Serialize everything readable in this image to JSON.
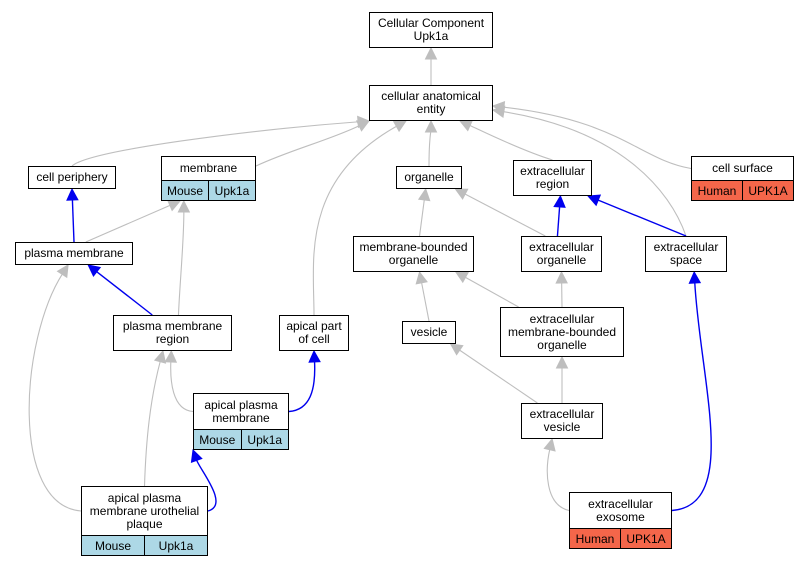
{
  "colors": {
    "mouse": "#add8e6",
    "human": "#f4664a",
    "is_a_edge": "#bebebe",
    "part_of_edge": "#0000ee"
  },
  "nodes": [
    {
      "id": "root",
      "lines": [
        "Cellular Component",
        "Upk1a"
      ]
    },
    {
      "id": "cae",
      "lines": [
        "cellular anatomical",
        "entity"
      ]
    },
    {
      "id": "cellperiph",
      "lines": [
        "cell periphery"
      ]
    },
    {
      "id": "membrane",
      "lines": [
        "membrane"
      ],
      "badges": [
        {
          "species": "Mouse",
          "gene": "Upk1a"
        }
      ]
    },
    {
      "id": "organelle",
      "lines": [
        "organelle"
      ]
    },
    {
      "id": "exreg",
      "lines": [
        "extracellular",
        "region"
      ]
    },
    {
      "id": "cellsurf",
      "lines": [
        "cell surface"
      ],
      "badges": [
        {
          "species": "Human",
          "gene": "UPK1A"
        }
      ]
    },
    {
      "id": "plasmamem",
      "lines": [
        "plasma membrane"
      ]
    },
    {
      "id": "mbo",
      "lines": [
        "membrane-bounded",
        "organelle"
      ]
    },
    {
      "id": "exorg",
      "lines": [
        "extracellular",
        "organelle"
      ]
    },
    {
      "id": "exspace",
      "lines": [
        "extracellular",
        "space"
      ]
    },
    {
      "id": "pmr",
      "lines": [
        "plasma membrane",
        "region"
      ]
    },
    {
      "id": "apicalpart",
      "lines": [
        "apical part",
        "of cell"
      ]
    },
    {
      "id": "vesicle",
      "lines": [
        "vesicle"
      ]
    },
    {
      "id": "exmbo",
      "lines": [
        "extracellular",
        "membrane-bounded",
        "organelle"
      ]
    },
    {
      "id": "apm",
      "lines": [
        "apical plasma",
        "membrane"
      ],
      "badges": [
        {
          "species": "Mouse",
          "gene": "Upk1a"
        }
      ]
    },
    {
      "id": "exves",
      "lines": [
        "extracellular",
        "vesicle"
      ]
    },
    {
      "id": "apmup",
      "lines": [
        "apical plasma",
        "membrane urothelial",
        "plaque"
      ],
      "badges": [
        {
          "species": "Mouse",
          "gene": "Upk1a"
        }
      ]
    },
    {
      "id": "exosome",
      "lines": [
        "extracellular",
        "exosome"
      ],
      "badges": [
        {
          "species": "Human",
          "gene": "UPK1A"
        }
      ]
    }
  ],
  "edges": [
    {
      "from": "cae",
      "to": "root",
      "type": "is_a"
    },
    {
      "from": "cellperiph",
      "to": "cae",
      "type": "is_a"
    },
    {
      "from": "membrane",
      "to": "cae",
      "type": "is_a"
    },
    {
      "from": "apicalpart",
      "to": "cae",
      "type": "is_a"
    },
    {
      "from": "organelle",
      "to": "cae",
      "type": "is_a"
    },
    {
      "from": "exreg",
      "to": "cae",
      "type": "is_a"
    },
    {
      "from": "exspace",
      "to": "cae",
      "type": "is_a"
    },
    {
      "from": "cellsurf",
      "to": "cae",
      "type": "is_a"
    },
    {
      "from": "plasmamem",
      "to": "cellperiph",
      "type": "part_of"
    },
    {
      "from": "plasmamem",
      "to": "membrane",
      "type": "is_a"
    },
    {
      "from": "pmr",
      "to": "membrane",
      "type": "is_a"
    },
    {
      "from": "pmr",
      "to": "plasmamem",
      "type": "part_of"
    },
    {
      "from": "mbo",
      "to": "organelle",
      "type": "is_a"
    },
    {
      "from": "exorg",
      "to": "organelle",
      "type": "is_a"
    },
    {
      "from": "exorg",
      "to": "exreg",
      "type": "part_of"
    },
    {
      "from": "exspace",
      "to": "exreg",
      "type": "part_of"
    },
    {
      "from": "vesicle",
      "to": "mbo",
      "type": "is_a"
    },
    {
      "from": "exmbo",
      "to": "mbo",
      "type": "is_a"
    },
    {
      "from": "exmbo",
      "to": "exorg",
      "type": "is_a"
    },
    {
      "from": "apm",
      "to": "pmr",
      "type": "is_a"
    },
    {
      "from": "apm",
      "to": "apicalpart",
      "type": "part_of"
    },
    {
      "from": "exves",
      "to": "vesicle",
      "type": "is_a"
    },
    {
      "from": "exves",
      "to": "exmbo",
      "type": "is_a"
    },
    {
      "from": "apmup",
      "to": "plasmamem",
      "type": "is_a"
    },
    {
      "from": "apmup",
      "to": "pmr",
      "type": "is_a"
    },
    {
      "from": "apmup",
      "to": "apm",
      "type": "part_of"
    },
    {
      "from": "exosome",
      "to": "exves",
      "type": "is_a"
    },
    {
      "from": "exosome",
      "to": "exspace",
      "type": "part_of"
    }
  ]
}
